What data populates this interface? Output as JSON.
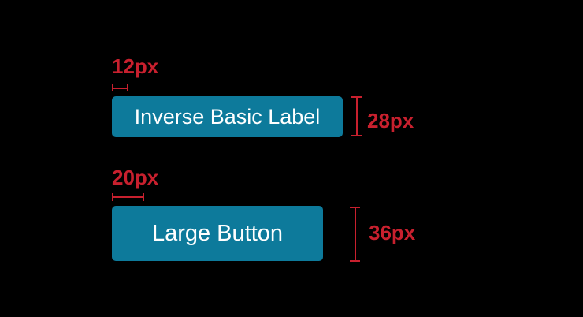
{
  "canvas": {
    "background": "#000000"
  },
  "colors": {
    "button_background": "#0d7a9b",
    "button_text": "#ffffff",
    "annotation_red": "#c8202e"
  },
  "specs": [
    {
      "button_label": "Inverse Basic Label",
      "left_padding_label": "12px",
      "height_label": "28px"
    },
    {
      "button_label": "Large Button",
      "left_padding_label": "20px",
      "height_label": "36px"
    }
  ]
}
